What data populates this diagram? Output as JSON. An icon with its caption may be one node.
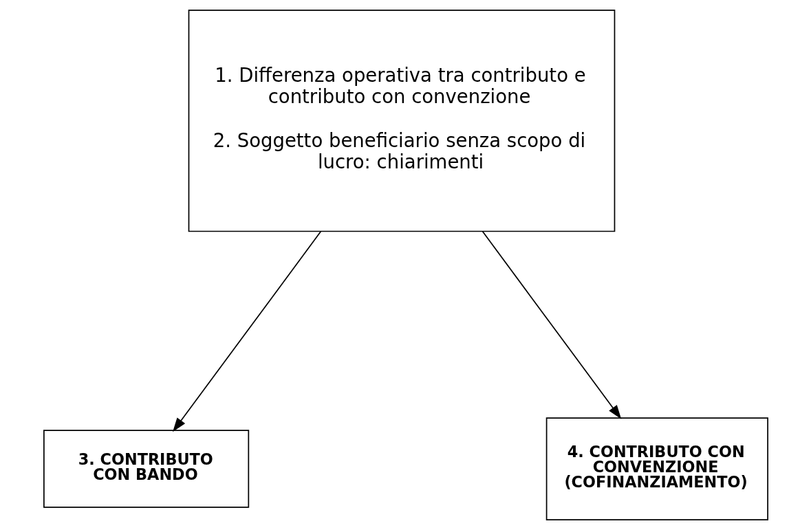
{
  "diagram": {
    "nodes": [
      {
        "text": [
          "1. Differenza operativa tra contributo e contributo con convenzione",
          "2. Soggetto beneficiario senza scopo di lucro: chiarimenti"
        ]
      },
      {
        "text": [
          "3. CONTRIBUTO CON BANDO"
        ]
      },
      {
        "text": [
          "4. CONTRIBUTO CON CONVENZIONE (COFINANZIAMENTO)"
        ]
      }
    ],
    "edges": [
      {
        "from": 0,
        "to": 1,
        "arrow": "to"
      },
      {
        "from": 0,
        "to": 2,
        "arrow": "to"
      }
    ]
  }
}
